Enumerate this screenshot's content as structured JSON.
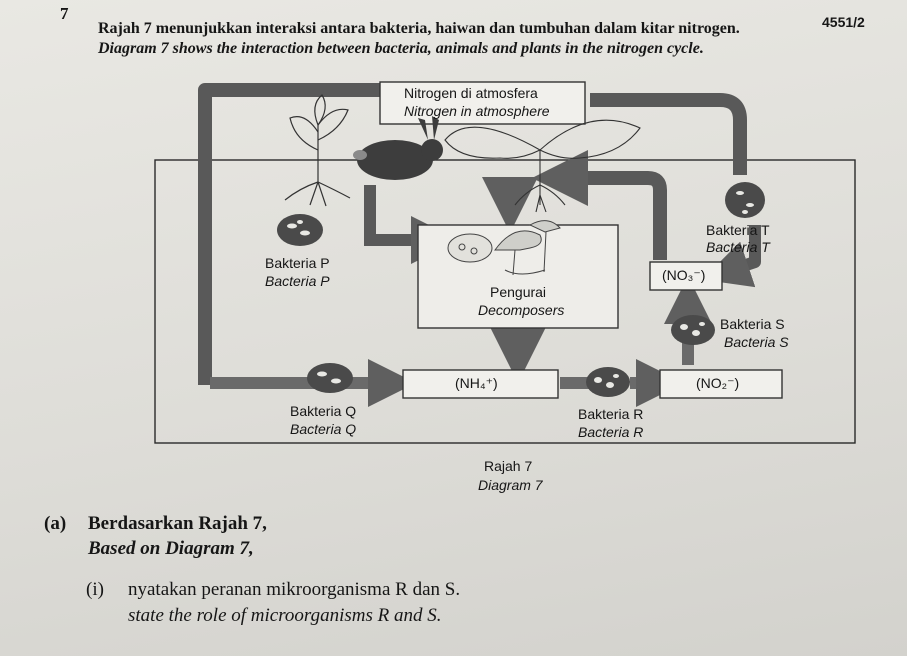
{
  "header": {
    "question_number": "7",
    "paper_code": "4551/2",
    "intro_malay": "Rajah 7 menunjukkan interaksi antara bakteria, haiwan dan tumbuhan dalam kitar nitrogen.",
    "intro_english": "Diagram 7 shows the interaction between bacteria, animals and plants in the nitrogen cycle."
  },
  "diagram": {
    "atmosphere_malay": "Nitrogen di atmosfera",
    "atmosphere_english": "Nitrogen in atmosphere",
    "bacteria_p_malay": "Bakteria P",
    "bacteria_p_english": "Bacteria P",
    "bacteria_q_malay": "Bakteria Q",
    "bacteria_q_english": "Bacteria Q",
    "bacteria_r_malay": "Bakteria R",
    "bacteria_r_english": "Bacteria R",
    "bacteria_s_malay": "Bakteria S",
    "bacteria_s_english": "Bacteria S",
    "bacteria_t_malay": "Bakteria T",
    "bacteria_t_english": "Bacteria T",
    "decomposers_malay": "Pengurai",
    "decomposers_english": "Decomposers",
    "ammonium": "(NH₄⁺)",
    "nitrite": "(NO₂⁻)",
    "nitrate": "(NO₃⁻)"
  },
  "caption": {
    "malay": "Rajah 7",
    "english": "Diagram 7"
  },
  "question_a": {
    "label": "(a)",
    "malay": "Berdasarkan Rajah 7,",
    "english": "Based on Diagram 7,"
  },
  "question_a_i": {
    "label": "(i)",
    "malay": "nyatakan peranan mikroorganisma R dan S.",
    "english": "state the role of microorganisms R and S."
  }
}
